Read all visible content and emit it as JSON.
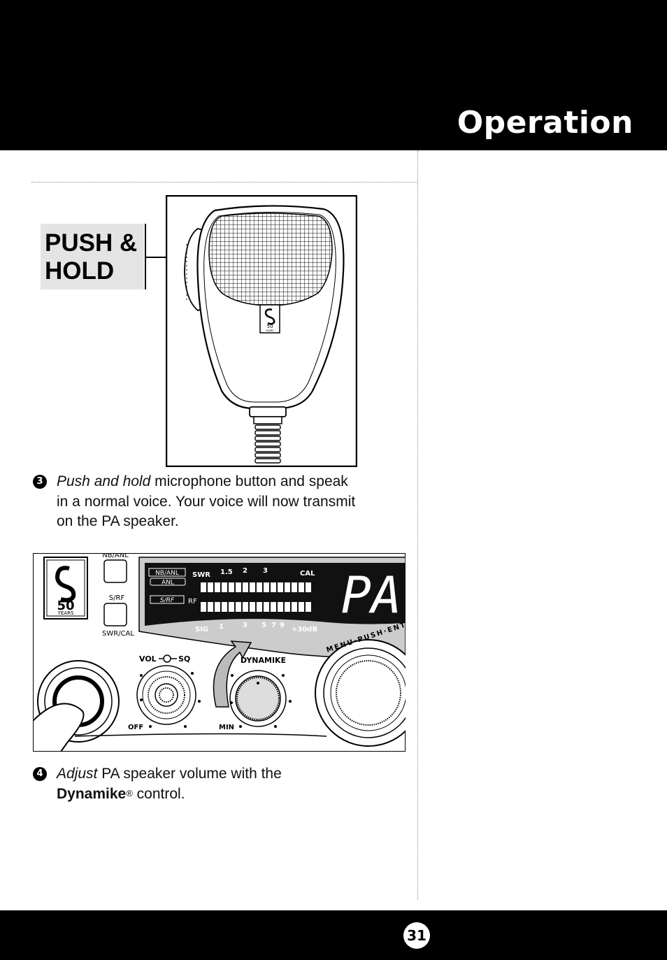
{
  "header": {
    "title": "Operation"
  },
  "push_label": {
    "line1": "PUSH &",
    "line2": "HOLD"
  },
  "mic_logo": {
    "number": "50",
    "word": "YEARS"
  },
  "step3": {
    "number": "3",
    "italic": "Push and hold",
    "line1_rest": " microphone button and speak",
    "line2": "in a normal voice. Your voice will now transmit",
    "line3": "on the PA speaker."
  },
  "radio": {
    "logo_number": "50",
    "logo_word": "YEARS",
    "btn_top_label": "NB/ANL",
    "btn_mid_label": "S/RF",
    "btn_bottom_label": "SWR/CAL",
    "lcd_nb_anl": "NB/ANL",
    "lcd_anl": "ANL",
    "lcd_s_rf": "S/RF",
    "lcd_swr": "SWR",
    "lcd_rf": "RF",
    "lcd_sig": "SIG",
    "lcd_cal": "CAL",
    "lcd_top_ticks": [
      "1.5",
      "2",
      "3"
    ],
    "lcd_bottom_ticks": [
      "1",
      "3",
      "5",
      "7",
      "9",
      "+30dB"
    ],
    "lcd_display": "PA",
    "knob1_label": "VOL",
    "knob1_label2": "SQ",
    "knob1_off": "OFF",
    "knob2_label": "DYNAMIKE",
    "knob2_min": "MIN",
    "big_knob_text": "MENU·PUSH·ENTER"
  },
  "step4": {
    "number": "4",
    "italic": "Adjust",
    "line1_rest": " PA speaker volume with the",
    "bold": "Dynamike",
    "reg": "®",
    "line2_rest": " control."
  },
  "footer": {
    "page_number": "31"
  }
}
